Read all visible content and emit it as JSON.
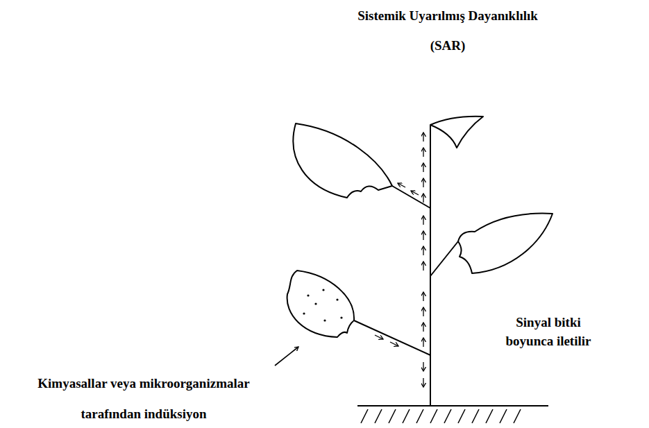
{
  "diagram": {
    "title": "Sistemik Uyarılmış Dayanıklılık (SAR)",
    "labels": [
      "Kimyasallar veya mikroorganizmalar tarafından indüksiyon",
      "Sinyal bitki boyunca iletilir"
    ]
  }
}
